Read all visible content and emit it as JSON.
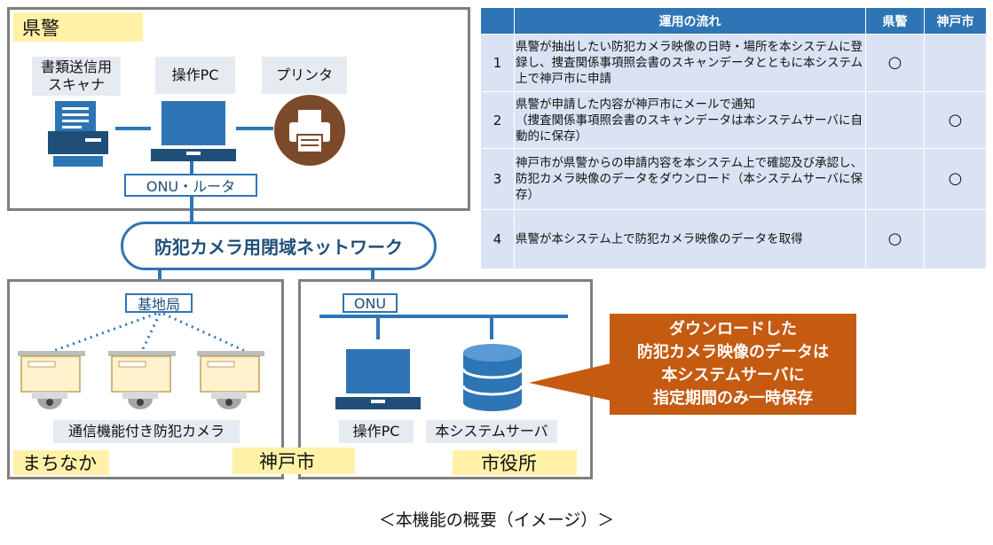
{
  "pref_police": {
    "title": "県警",
    "scanner_label": "書類送信用\nスキャナ",
    "pc_label": "操作PC",
    "printer_label": "プリンタ",
    "router_label": "ONU・ルータ"
  },
  "network_label": "防犯カメラ用閉域ネットワーク",
  "town": {
    "base_station_label": "基地局",
    "camera_label": "通信機能付き防犯カメラ",
    "area_label": "まちなか"
  },
  "city_hall": {
    "onu_label": "ONU",
    "pc_label": "操作PC",
    "server_label": "本システムサーバ",
    "area_label": "市役所"
  },
  "kobe_label": "神戸市",
  "callout_lines": [
    "ダウンロードした",
    "防犯カメラ映像のデータは",
    "本システムサーバに",
    "指定期間のみ一時保存"
  ],
  "table": {
    "headers": {
      "num": "",
      "flow": "運用の流れ",
      "police": "県警",
      "city": "神戸市"
    },
    "rows": [
      {
        "num": "1",
        "text": "県警が抽出したい防犯カメラ映像の日時・場所を本システムに登録し、捜査関係事項照会書のスキャンデータとともに本システム上で神戸市に申請",
        "police": "○",
        "city": ""
      },
      {
        "num": "2",
        "text": "県警が申請した内容が神戸市にメールで通知\n（捜査関係事項照会書のスキャンデータは本システムサーバに自動的に保存）",
        "police": "",
        "city": "○"
      },
      {
        "num": "3",
        "text": "神戸市が県警からの申請内容を本システム上で確認及び承認し、防犯カメラ映像のデータをダウンロード（本システムサーバに保存）",
        "police": "",
        "city": "○"
      },
      {
        "num": "4",
        "text": "県警が本システム上で防犯カメラ映像のデータを取得",
        "police": "○",
        "city": ""
      }
    ]
  },
  "caption": "＜本機能の概要（イメージ）＞",
  "colors": {
    "accent": "#2e75b6",
    "callout": "#c55a11",
    "table_header": "#2e75b6",
    "table_cell": "#dae3f3",
    "printer": "#7b4a2a"
  }
}
